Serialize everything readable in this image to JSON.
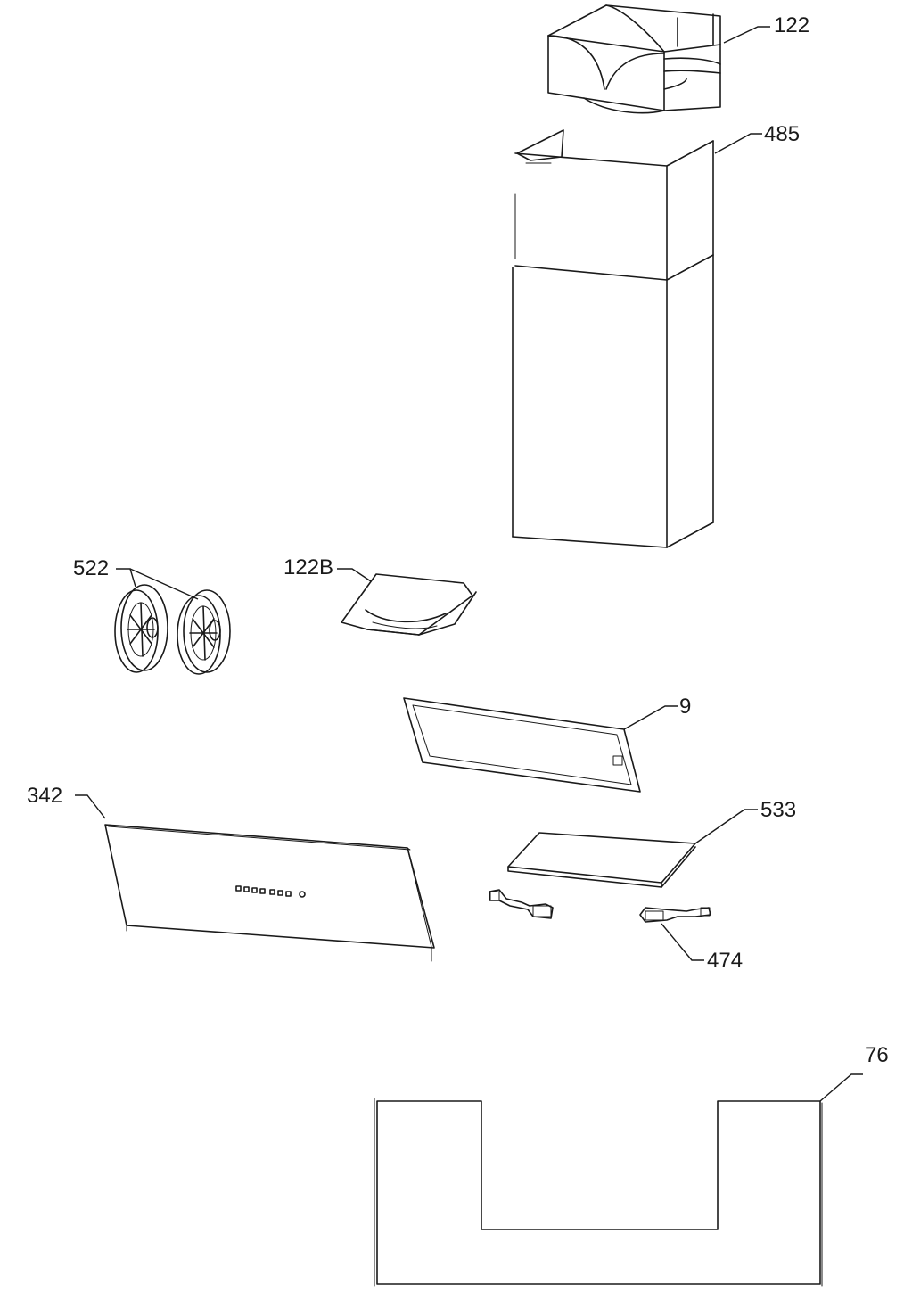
{
  "callouts": {
    "p122": "122",
    "p485": "485",
    "p122b": "122B",
    "p522": "522",
    "p9": "9",
    "p342": "342",
    "p533": "533",
    "p474": "474",
    "p76": "76"
  }
}
